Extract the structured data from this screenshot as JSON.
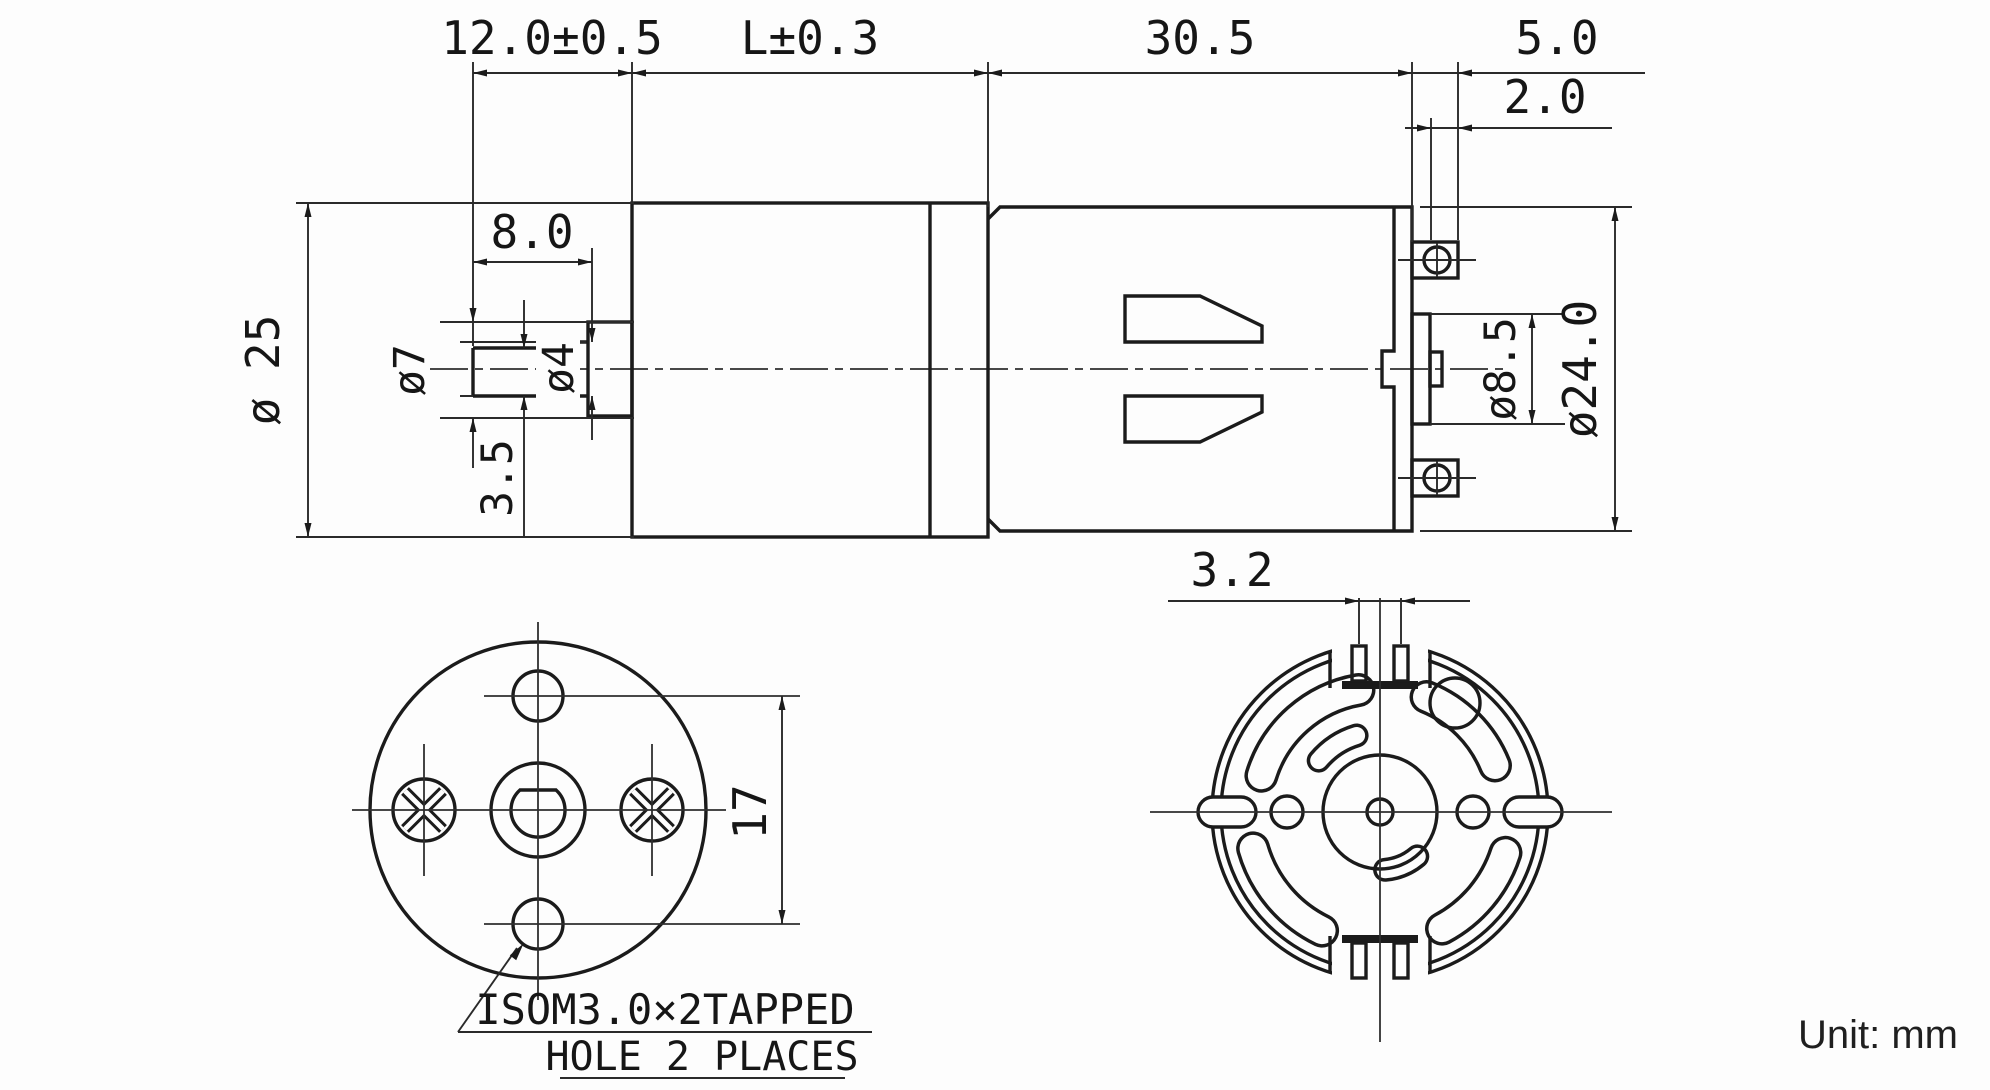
{
  "drawing": {
    "unit_label": "Unit: mm",
    "side_view": {
      "dims": {
        "shaft_overhang": "12.0±0.5",
        "gearbox_length": "L±0.3",
        "motor_length": "30.5",
        "terminal_length": "5.0",
        "terminal_offset": "2.0",
        "shaft_length": "8.0",
        "gearbox_dia": "ø 25",
        "boss_dia": "ø7",
        "shaft_dia": "ø4",
        "shaft_flat": "3.5",
        "rear_boss_dia": "ø8.5",
        "motor_dia": "ø24.0"
      }
    },
    "front_view": {
      "dims": {
        "hole_spacing": "17"
      },
      "note_line1": "ISOM3.0×2TAPPED",
      "note_line2": "HOLE 2 PLACES"
    },
    "rear_view": {
      "dims": {
        "terminal_pitch": "3.2"
      }
    }
  }
}
